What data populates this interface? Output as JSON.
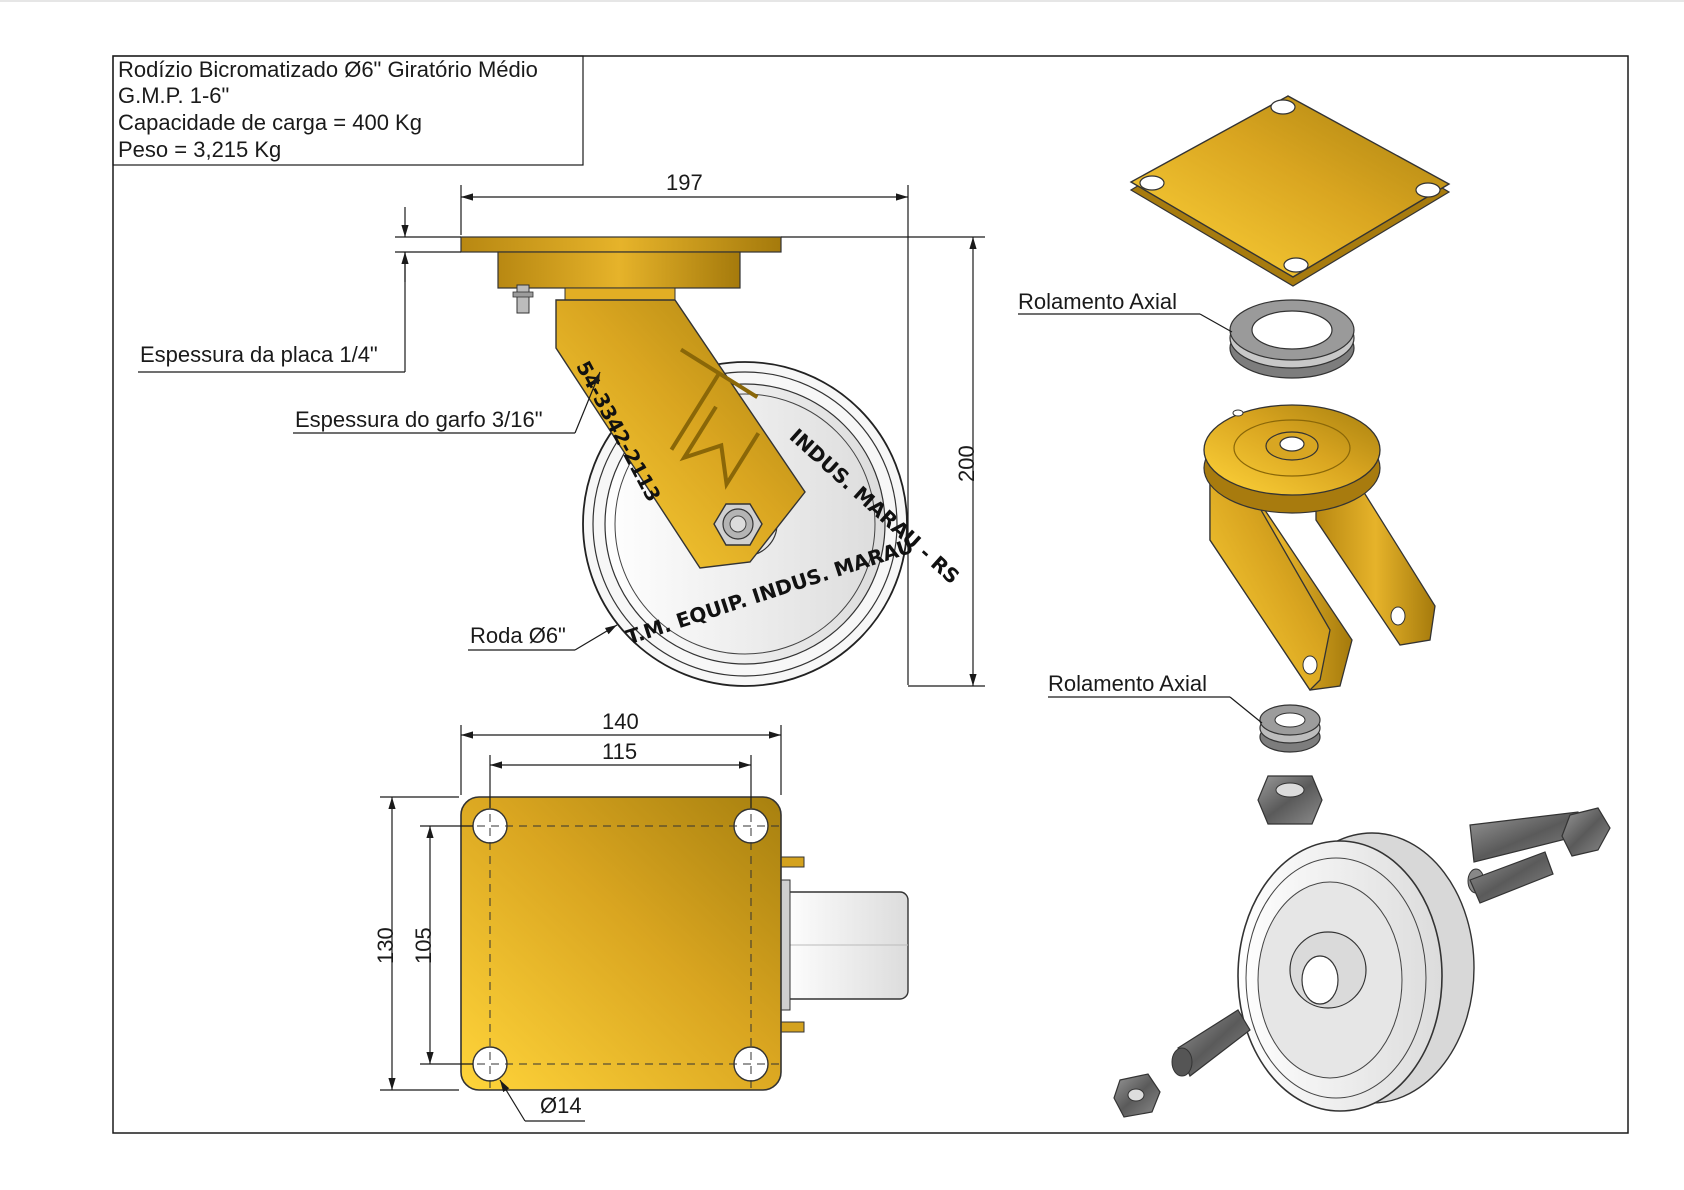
{
  "title_block": {
    "line1": "Rodízio Bicromatizado Ø6\" Giratório Médio",
    "line2": "G.M.P. 1-6\"",
    "line3": "Capacidade de carga = 400 Kg",
    "line4": "Peso = 3,215 Kg"
  },
  "side_view": {
    "dim_width": "197",
    "dim_height": "200",
    "label_plate": "Espessura da placa 1/4\"",
    "label_fork": "Espessura do garfo 3/16\"",
    "label_wheel": "Roda Ø6\""
  },
  "top_view": {
    "dim_outer_width": "140",
    "dim_hole_width": "115",
    "dim_outer_height": "130",
    "dim_hole_height": "105",
    "dim_hole_diameter": "Ø14"
  },
  "exploded_view": {
    "label_bearing_top": "Rolamento Axial",
    "label_bearing_bottom": "Rolamento Axial"
  },
  "engravings": {
    "logo": "TM",
    "phone": "54-3342-2113",
    "wheel_text_1": "T.M. EQUIP. INDUS. MARAU",
    "wheel_text_2": "INDUS. MARAU - RS"
  },
  "colors": {
    "brass": "#d9a520",
    "brass_light": "#f2c440",
    "brass_dark": "#a87b0e",
    "wheel": "#f4f4f4",
    "steel": "#8a8a8a",
    "line": "#1a1a1a"
  }
}
